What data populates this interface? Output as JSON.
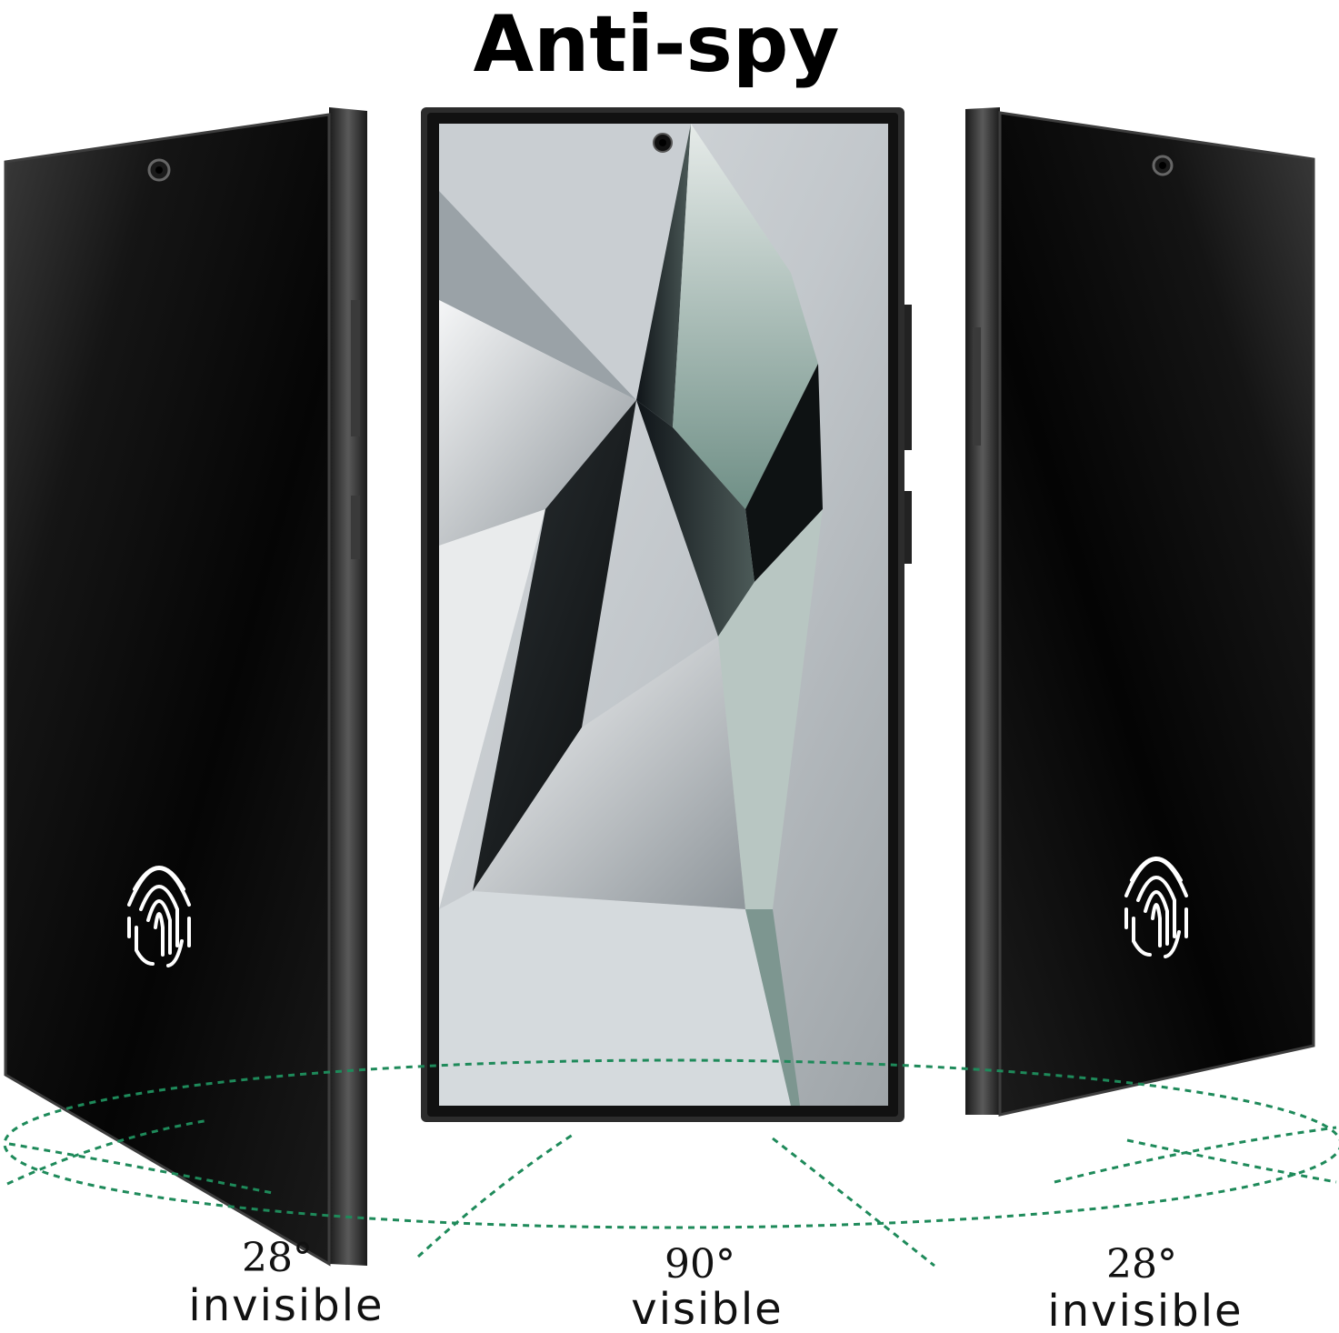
{
  "title": "Anti-spy",
  "captions": {
    "left": {
      "angle": "28°",
      "label": "invisible"
    },
    "center": {
      "angle": "90°",
      "label": "visible"
    },
    "right": {
      "angle": "28°",
      "label": "invisible"
    }
  },
  "colors": {
    "accent_dashed_line": "#1e8a5a",
    "phone_frame": "#2a2a2a",
    "privacy_screen": "#0a0a0a",
    "background": "#ffffff"
  },
  "icons": {
    "fingerprint": "fingerprint-icon",
    "front_camera": "camera-icon"
  }
}
